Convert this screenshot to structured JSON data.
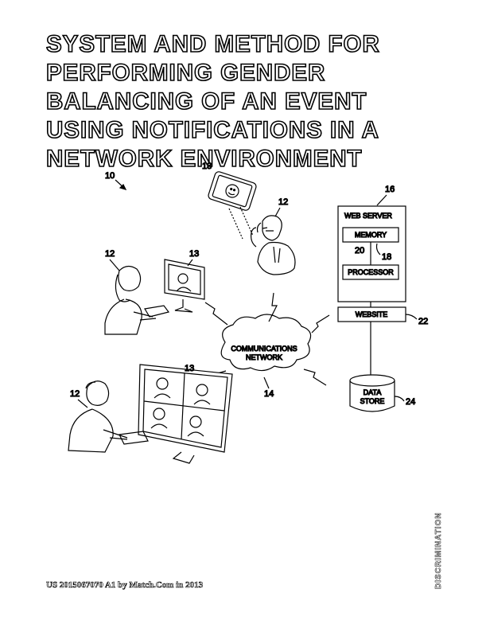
{
  "title_lines": [
    "SYSTEM AND METHOD FOR",
    "PERFORMING GENDER",
    "BALANCING OF AN EVENT",
    "USING NOTIFICATIONS IN A",
    "NETWORK ENVIRONMENT"
  ],
  "figure": {
    "ref_system": "10",
    "ref_user": "12",
    "ref_device": "13",
    "ref_network": "14",
    "ref_server": "16",
    "ref_memory": "18",
    "ref_processor": "20",
    "ref_website": "22",
    "ref_datastore": "24",
    "web_server_label": "WEB SERVER",
    "memory_label": "MEMORY",
    "processor_label": "PROCESSOR",
    "website_label": "WEBSITE",
    "network_line1": "COMMUNICATIONS",
    "network_line2": "NETWORK",
    "datastore_line1": "DATA",
    "datastore_line2": "STORE"
  },
  "footer": "US 2015067070 A1 by Match.Com in 2013",
  "sidebar_label": "DISCRIMINATION"
}
